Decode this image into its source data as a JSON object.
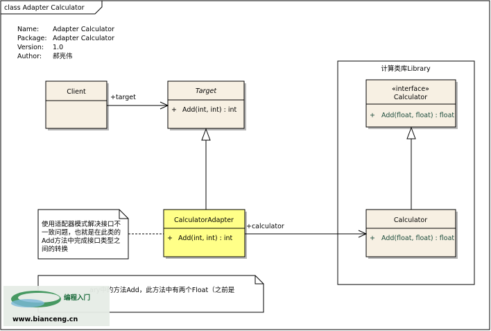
{
  "frame": {
    "title": "class Adapter Calculator"
  },
  "info": {
    "labels": [
      "Name:",
      "Package:",
      "Version:",
      "Author:"
    ],
    "values": [
      "Adapter Calculator",
      "Adapter Calculator",
      "1.0",
      "郝亮伟"
    ]
  },
  "package": {
    "name": "计算类库Library"
  },
  "classes": {
    "client": {
      "name": "Client"
    },
    "target": {
      "name": "Target",
      "op_vis": "+",
      "op": "Add(int, int) : int"
    },
    "adapter": {
      "name": "CalculatorAdapter",
      "op_vis": "+",
      "op": "Add(int, int) : int"
    },
    "iface": {
      "stereotype": "«interface»",
      "name": "Calculator",
      "op_vis": "+",
      "op": "Add(float, float) : float"
    },
    "impl": {
      "name": "Calculator",
      "op_vis": "+",
      "op": "Add(float, float) : float"
    }
  },
  "associations": {
    "target_role": "+target",
    "calculator_role": "+calculator"
  },
  "note1": {
    "lines": [
      "使用适配器模式解决接口不",
      "一致问题，也就是在此类的",
      "Add方法中完成接口类型之",
      "间的转换"
    ]
  },
  "note2": {
    "text": "ary中的方法Add，此方法中有两个Float（之前是"
  },
  "watermark": {
    "title": "编程入门",
    "url": "www.bianceng.cn"
  },
  "colors": {
    "class_fill": "#f7f0e3",
    "adapter_fill": "#ffff88",
    "note_fill": "#ffffff"
  }
}
